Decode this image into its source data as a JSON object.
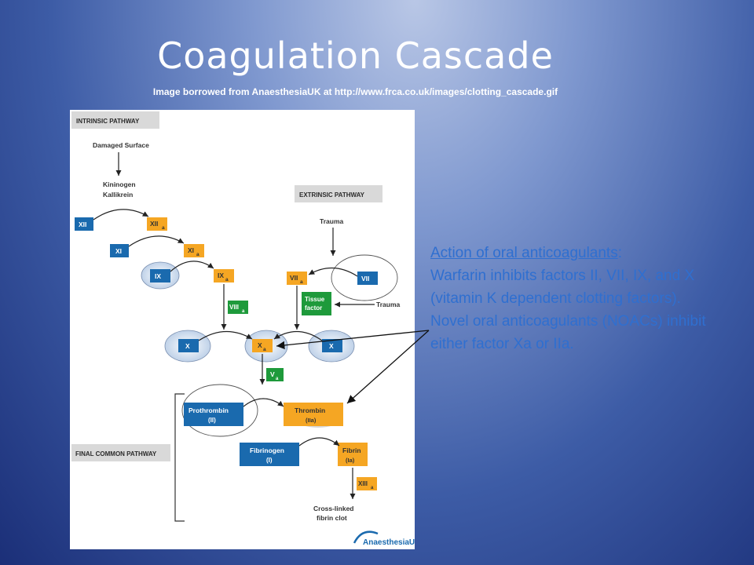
{
  "slide": {
    "title": "Coagulation Cascade",
    "credit": "Image borrowed from AnaesthesiaUK at http://www.frca.co.uk/images/clotting_cascade.gif"
  },
  "diagram": {
    "headers": {
      "intrinsic": "INTRINSIC PATHWAY",
      "extrinsic": "EXTRINSIC PATHWAY",
      "common": "FINAL COMMON PATHWAY"
    },
    "labels": {
      "damaged_surface": "Damaged Surface",
      "kininogen": "Kininogen",
      "kallikrein": "Kallikrein",
      "trauma_top": "Trauma",
      "trauma_side": "Trauma",
      "crosslinked_1": "Cross-linked",
      "crosslinked_2": "fibrin clot"
    },
    "factors": {
      "xii": "XII",
      "xiia": "XII",
      "xi": "XI",
      "xia": "XI",
      "ix": "IX",
      "ixa": "IX",
      "viiia": "VIII",
      "viia": "VII",
      "vii": "VII",
      "tissue_1": "Tissue",
      "tissue_2": "factor",
      "x_left": "X",
      "xa": "X",
      "x_right": "X",
      "va": "V",
      "prothrombin_1": "Prothrombin",
      "prothrombin_2": "(II)",
      "thrombin_1": "Thrombin",
      "thrombin_2": "(IIa)",
      "fibrinogen_1": "Fibrinogen",
      "fibrinogen_2": "(I)",
      "fibrin_1": "Fibrin",
      "fibrin_2": "(Ia)",
      "xiiia": "XIII",
      "subscript": "a"
    },
    "logo": "AnaesthesiaUK",
    "colors": {
      "blue": "#1a6aae",
      "orange": "#f5a623",
      "green": "#1e9a3b",
      "grey": "#d9d9d9"
    }
  },
  "note": {
    "heading": "Action of oral anticoagulants",
    "heading_suffix": ":",
    "line1": "Warfarin inhibits factors II, VII, IX, and X (vitamin K dependent clotting factors).",
    "line2": "Novel oral anticoagulants (NOACs) inhibit either factor Xa or IIa."
  }
}
